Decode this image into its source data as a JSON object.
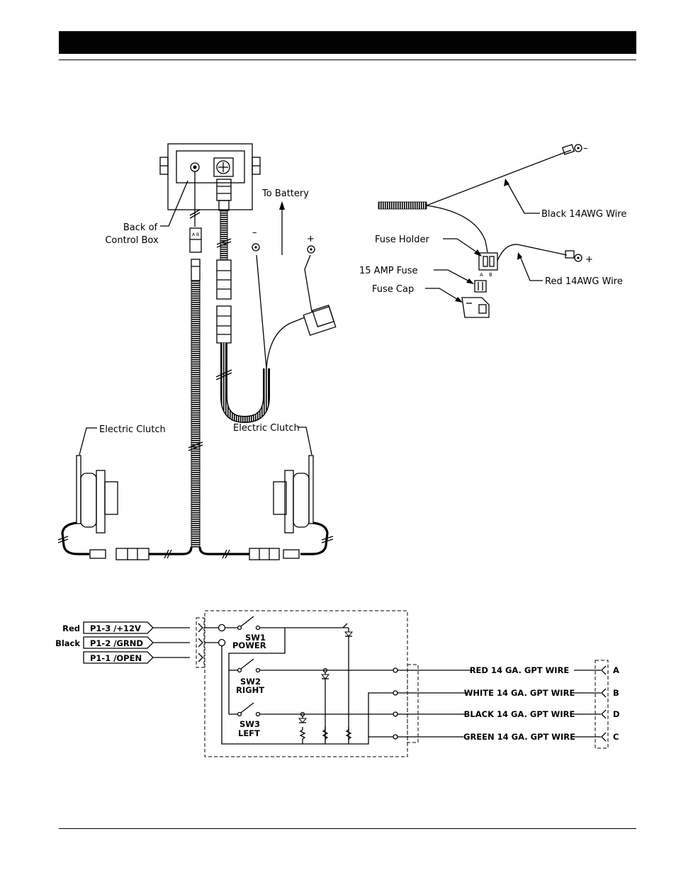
{
  "wiring": {
    "labels": {
      "back_of": "Back of",
      "control_box": "Control Box",
      "to_battery": "To Battery",
      "minus": "–",
      "plus": "+",
      "clutch_left": "Electric Clutch",
      "clutch_right": "Electric Clutch"
    }
  },
  "fuse": {
    "labels": {
      "black_wire": "Black 14AWG Wire",
      "fuse_holder": "Fuse Holder",
      "fuse_15amp": "15 AMP Fuse",
      "fuse_cap": "Fuse Cap",
      "red_wire": "Red 14AWG Wire",
      "minus": "–",
      "plus": "+",
      "holder_a": "A",
      "holder_b": "B"
    }
  },
  "schematic": {
    "inputs": [
      {
        "color_label": "Red",
        "pin": "P1-3 /+12V"
      },
      {
        "color_label": "Black",
        "pin": "P1-2 /GRND"
      },
      {
        "color_label": "",
        "pin": "P1-1 /OPEN"
      }
    ],
    "switches": {
      "sw1": "SW1",
      "sw1_sub": "POWER",
      "sw2": "SW2",
      "sw2_sub": "RIGHT",
      "sw3": "SW3",
      "sw3_sub": "LEFT"
    },
    "outputs": [
      {
        "wire": "RED 14 GA. GPT WIRE",
        "pin": "A"
      },
      {
        "wire": "WHITE 14 GA. GPT WIRE",
        "pin": "B"
      },
      {
        "wire": "BLACK 14 GA. GPT WIRE",
        "pin": "D"
      },
      {
        "wire": "GREEN 14 GA. GPT WIRE",
        "pin": "C"
      }
    ]
  }
}
